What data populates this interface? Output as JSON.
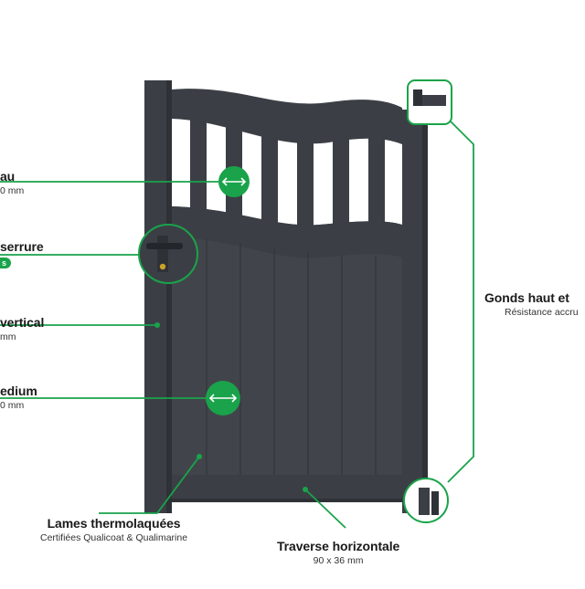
{
  "colors": {
    "gate": "#3b3f45",
    "gate_dark": "#2e3136",
    "gate_light": "#474c53",
    "accent": "#1aa34a",
    "background": "#ffffff"
  },
  "labels": {
    "barreaux": {
      "title": "au",
      "sub": "0 mm"
    },
    "serrure": {
      "title": "serrure",
      "badge": "s"
    },
    "montant": {
      "title": "vertical",
      "sub": "mm"
    },
    "medium": {
      "title": "edium",
      "sub": "0  mm"
    },
    "gonds": {
      "title": "Gonds haut et",
      "sub": "Résistance accru"
    },
    "lames": {
      "title": "Lames thermolaquées",
      "sub": "Certifiées Qualicoat & Qualimarine"
    },
    "traverse": {
      "title": "Traverse horizontale",
      "sub": "90 x 36 mm"
    }
  },
  "icons": {
    "bar_width_icon": "double-arrow",
    "medium_width_icon": "double-arrow",
    "lock_zoom": "magnifier-lock",
    "hinge_zoom_top": "magnifier-hinge",
    "hinge_zoom_bottom": "magnifier-hinge"
  }
}
